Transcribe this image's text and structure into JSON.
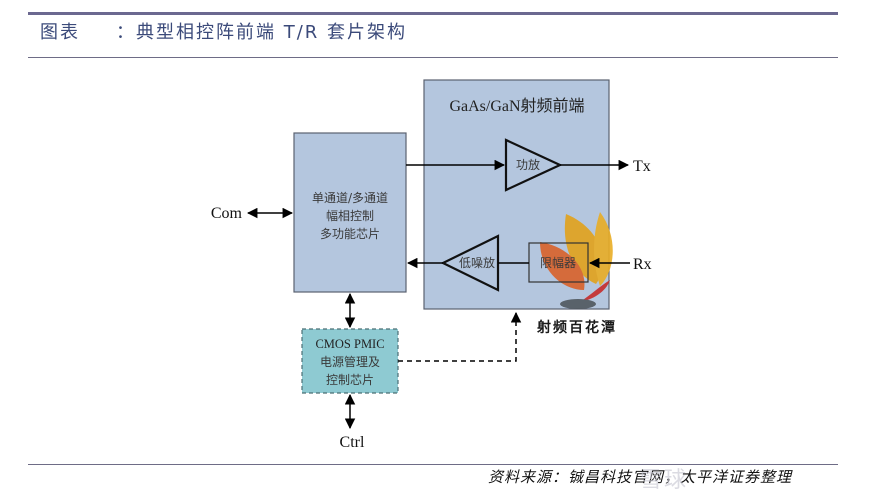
{
  "header": {
    "figure_label": "图表",
    "separator": "：",
    "title": "典型相控阵前端 T/R 套片架构"
  },
  "diagram": {
    "rf_frontend": {
      "title": "GaAs/GaN射频前端",
      "power_amp_label": "功放",
      "lna_label": "低噪放",
      "limiter_label": "限幅器"
    },
    "control_chip": {
      "lines": [
        "单通道/多通道",
        "幅相控制",
        "多功能芯片"
      ]
    },
    "pmic_chip": {
      "lines": [
        "CMOS PMIC",
        "电源管理及",
        "控制芯片"
      ]
    },
    "ports": {
      "com": "Com",
      "tx": "Tx",
      "rx": "Rx",
      "ctrl": "Ctrl"
    },
    "colors": {
      "rf_box_fill": "#b4c6de",
      "control_box_fill": "#b4c6de",
      "pmic_box_fill": "#8ecad2",
      "line": "#000000"
    }
  },
  "logo": {
    "text": "射频百花潭"
  },
  "footer": {
    "source": "资料来源：铖昌科技官网，太平洋证券整理"
  },
  "watermark": {
    "text": "雪球"
  }
}
